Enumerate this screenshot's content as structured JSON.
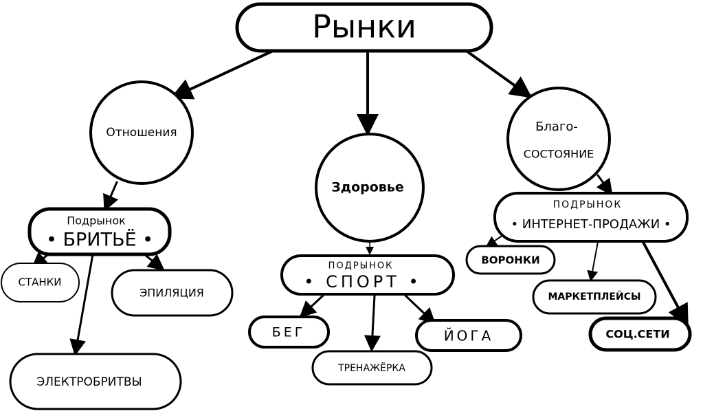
{
  "root": {
    "label": "Рынки"
  },
  "categories": [
    {
      "label": "Отношения",
      "submarket": {
        "prefix": "Подрынок",
        "label": "• БРИТЬЁ •"
      },
      "items": [
        "СТАНКИ",
        "ЭПИЛЯЦИЯ",
        "ЭЛЕКТРОБРИТВЫ"
      ]
    },
    {
      "label": "Здоровье",
      "submarket": {
        "prefix": "ПОДРЫНОК",
        "label": "• СПОРТ •"
      },
      "items": [
        "БЕГ",
        "ТРЕНАЖЁРКА",
        "ЙОГА"
      ]
    },
    {
      "label_line1": "Благо-",
      "label_line2": "СОСТОЯНИЕ",
      "submarket": {
        "prefix": "ПОДРЫНОК",
        "label": "• ИНТЕРНЕТ-ПРОДАЖИ •"
      },
      "items": [
        "ВОРОНКИ",
        "МАРКЕТПЛЕЙСЫ",
        "СОЦ.СЕТИ"
      ]
    }
  ]
}
